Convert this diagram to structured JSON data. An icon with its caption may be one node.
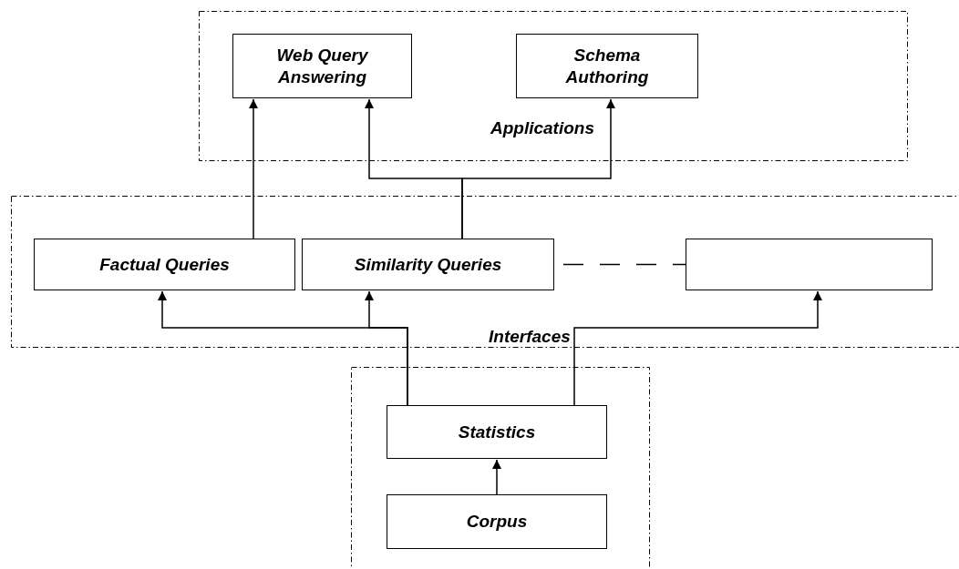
{
  "diagram": {
    "nodes": [
      {
        "text": [
          "Applications"
        ]
      },
      {
        "text": [
          "Web Query Answering"
        ],
        "in": 0
      },
      {
        "text": [
          "Schema Authoring"
        ],
        "in": 0
      },
      {
        "text": [
          "Interfaces"
        ]
      },
      {
        "text": [
          "Factual Queries"
        ],
        "in": 3
      },
      {
        "text": [
          "Similarity Queries"
        ],
        "in": 3
      },
      {
        "text": [],
        "shape": "box",
        "in": 3
      },
      {
        "text": [],
        "shape": "box"
      },
      {
        "text": [
          "Statistics"
        ],
        "in": 7
      },
      {
        "text": [
          "Corpus"
        ],
        "in": 7
      }
    ],
    "edges": [
      {
        "from": 9,
        "to": 8,
        "arrow": "to"
      },
      {
        "from": 8,
        "to": 4,
        "arrow": "to"
      },
      {
        "from": 8,
        "to": 5,
        "arrow": "to"
      },
      {
        "from": 8,
        "to": 6,
        "arrow": "to"
      },
      {
        "from": 4,
        "to": 1,
        "arrow": "to"
      },
      {
        "from": 5,
        "to": 1,
        "arrow": "to"
      },
      {
        "from": 5,
        "to": 2,
        "arrow": "to"
      },
      {
        "from": 5,
        "to": 6,
        "arrow": "none",
        "style": "dashed"
      }
    ]
  }
}
